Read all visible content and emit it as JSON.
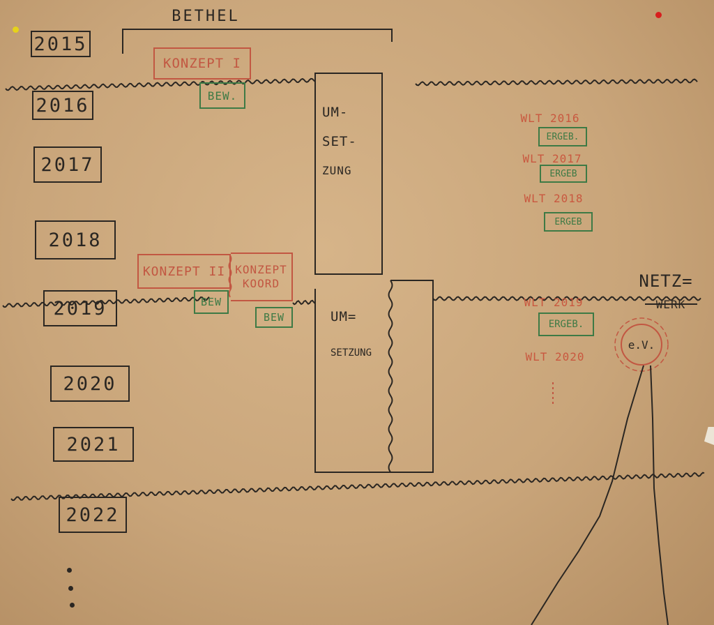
{
  "title": "BETHEL",
  "years": [
    "2015",
    "2016",
    "2017",
    "2018",
    "2019",
    "2020",
    "2021",
    "2022"
  ],
  "red_boxes": {
    "konzept_1": "KONZEPT I",
    "konzept_2": "KONZEPT II",
    "konzept_koord_line1": "KONZEPT",
    "konzept_koord_line2": "KOORD"
  },
  "green_boxes": {
    "bew_2016": "BEW.",
    "bew_2019_a": "BEW",
    "bew_2019_b": "BEW"
  },
  "umsetzung_1": {
    "line1": "UM-",
    "line2": "SET-",
    "line3": "ZUNG"
  },
  "umsetzung_2": {
    "line1": "UM=",
    "line2": "SETZUNG"
  },
  "wlt": {
    "wlt_2016": "WLT 2016",
    "wlt_2017": "WLT 2017",
    "wlt_2018": "WLT 2018",
    "wlt_2019": "WLT 2019",
    "wlt_2020": "WLT 2020"
  },
  "ergeb": [
    "ERGEB.",
    "ERGEB",
    "ERGEB",
    "ERGEB."
  ],
  "netzwerk": {
    "line1": "NETZ=",
    "line2": "WERK"
  },
  "ev_label": "e.V.",
  "colors": {
    "paper": "#d2b085",
    "ink_dark": "#2a2622",
    "ink_red": "#c25742",
    "ink_green": "#3d7a45",
    "pin_yellow": "#e6d21a",
    "pin_red": "#d81e1e"
  }
}
